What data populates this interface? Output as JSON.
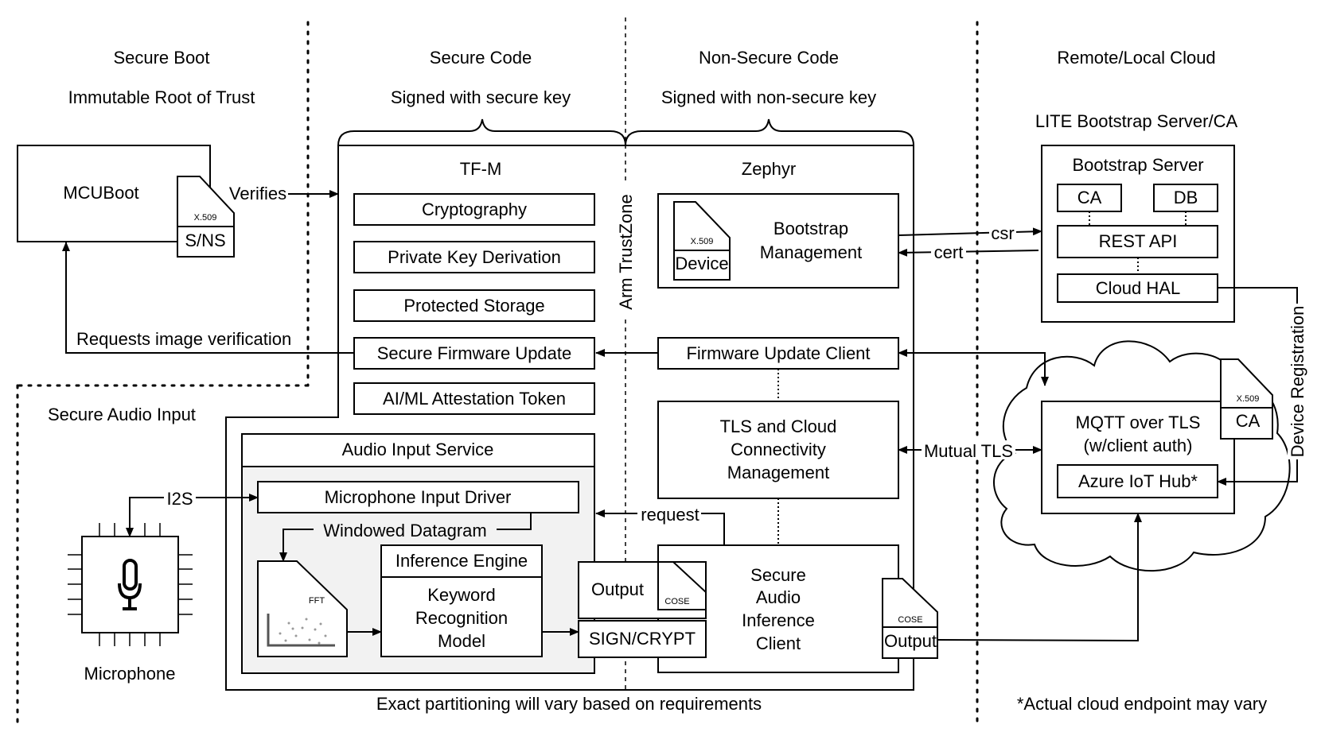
{
  "headers": {
    "secure_boot": "Secure Boot",
    "immutable_root": "Immutable Root of Trust",
    "secure_code": "Secure Code",
    "signed_secure": "Signed with secure key",
    "non_secure_code": "Non-Secure Code",
    "signed_non_secure": "Signed with non-secure key",
    "cloud": "Remote/Local Cloud",
    "lite_bootstrap": "LITE Bootstrap Server/CA"
  },
  "mcuboot": {
    "label": "MCUBoot",
    "cert_type": "X.509",
    "cert_label": "S/NS"
  },
  "edges": {
    "verifies": "Verifies",
    "requests_verification": "Requests image verification",
    "csr": "csr",
    "cert": "cert",
    "device_registration": "Device Registration",
    "mutual_tls": "Mutual TLS",
    "i2s": "I2S",
    "request": "request",
    "windowed_datagram": "Windowed Datagram"
  },
  "tfm": {
    "title": "TF-M",
    "items": [
      "Cryptography",
      "Private Key Derivation",
      "Protected Storage",
      "Secure Firmware Update",
      "AI/ML Attestation Token"
    ]
  },
  "trustzone_label": "Arm TrustZone",
  "zephyr": {
    "title": "Zephyr",
    "bootstrap_mgmt": [
      "Bootstrap",
      "Management"
    ],
    "device_cert_type": "X.509",
    "device_cert_label": "Device",
    "fw_update_client": "Firmware Update Client",
    "tls_mgmt": [
      "TLS and Cloud",
      "Connectivity",
      "Management"
    ],
    "secure_audio_client": [
      "Secure",
      "Audio",
      "Inference",
      "Client"
    ],
    "output_label": "Output",
    "output_type": "COSE"
  },
  "secure_audio_input": "Secure Audio Input",
  "audio_service": {
    "title": "Audio Input Service",
    "mic_driver": "Microphone Input Driver",
    "fft_label": "FFT",
    "inference_engine": "Inference Engine",
    "kws_model": [
      "Keyword",
      "Recognition",
      "Model"
    ],
    "output_label": "Output",
    "output_type": "COSE",
    "sign_crypt": "SIGN/CRYPT"
  },
  "microphone": {
    "label": "Microphone"
  },
  "bootstrap_server": {
    "title": "Bootstrap Server",
    "ca": "CA",
    "db": "DB",
    "rest_api": "REST API",
    "cloud_hal": "Cloud HAL"
  },
  "cloud_box": {
    "mqtt": [
      "MQTT over TLS",
      "(w/client auth)"
    ],
    "azure": "Azure IoT Hub*",
    "cert_type": "X.509",
    "cert_label": "CA"
  },
  "footer_left": "Exact partitioning will vary based on requirements",
  "footer_right": "*Actual cloud endpoint may vary"
}
